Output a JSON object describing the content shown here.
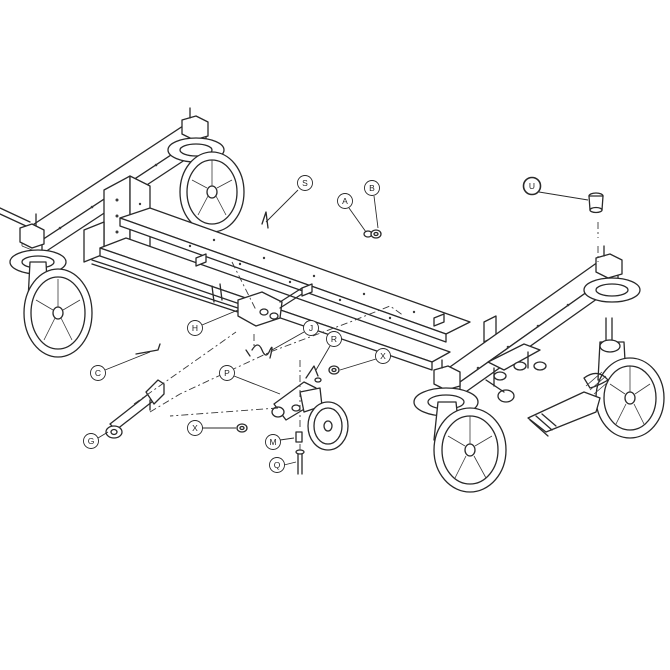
{
  "callouts": {
    "S": "S",
    "A": "A",
    "B": "B",
    "U": "U",
    "H": "H",
    "J": "J",
    "R": "R",
    "X1": "X",
    "C": "C",
    "P": "P",
    "X2": "X",
    "G": "G",
    "M": "M",
    "Q": "Q"
  }
}
